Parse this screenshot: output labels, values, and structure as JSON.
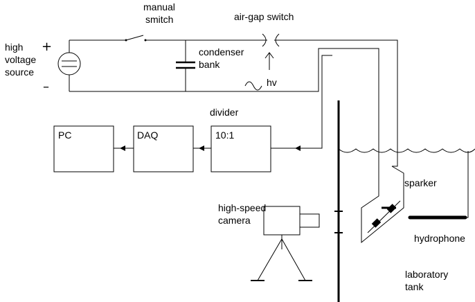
{
  "labels": {
    "manual_switch_line1": "manual",
    "manual_switch_line2": "smitch",
    "air_gap_switch": "air-gap switch",
    "hv_source_line1": "high",
    "hv_source_line2": "voltage",
    "hv_source_line3": "source",
    "plus": "+",
    "minus": "–",
    "condenser_line1": "condenser",
    "condenser_line2": "bank",
    "hv_light": "hv",
    "divider_caption": "divider",
    "divider_ratio": "10:1",
    "daq": "DAQ",
    "pc": "PC",
    "sparker": "sparker",
    "camera_line1": "high-speed",
    "camera_line2": "camera",
    "hydrophone": "hydrophone",
    "tank_line1": "laboratory",
    "tank_line2": "tank"
  }
}
